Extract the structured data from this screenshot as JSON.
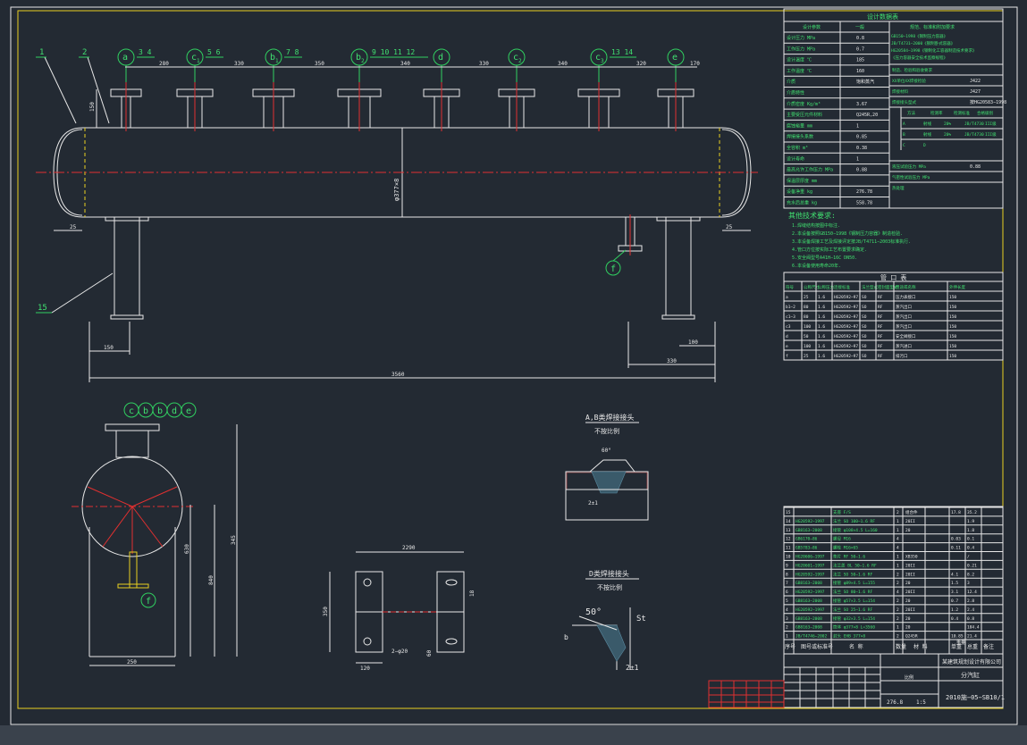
{
  "nozzles": [
    {
      "tag": "a",
      "sub": "",
      "parts": "3  4"
    },
    {
      "tag": "c",
      "sub": "1",
      "parts": "5  6"
    },
    {
      "tag": "b",
      "sub": "1",
      "parts": "7  8"
    },
    {
      "tag": "b",
      "sub": "2",
      "parts": "9  10  11  12"
    },
    {
      "tag": "d",
      "sub": "",
      "parts": ""
    },
    {
      "tag": "c",
      "sub": "2",
      "parts": ""
    },
    {
      "tag": "c",
      "sub": "3",
      "parts": "13  14"
    },
    {
      "tag": "e",
      "sub": "",
      "parts": ""
    }
  ],
  "spacings": [
    "280",
    "330",
    "350",
    "340",
    "330",
    "340",
    "320",
    "170"
  ],
  "callouts_left": [
    "1",
    "2",
    "15"
  ],
  "dims": {
    "nozzle_height": "150",
    "shell_diameter": "φ377×8",
    "left_end": "25",
    "right_end": "25",
    "support_left": "150",
    "support_right": "100",
    "support_span": "330",
    "overall_length": "3560",
    "side_width": "250",
    "side_h1": "630",
    "side_h2": "840",
    "side_h3": "345",
    "plate_width": "2290",
    "plate_height": "350",
    "plate_hole": "2−φ20",
    "plate_bottom": "120",
    "plate_side": "18",
    "plate_side2": "60",
    "weld_angle1": "60°",
    "weld_angle2": "50°",
    "weld_b": "b",
    "weld_st": "St",
    "weld_gap": "2±1",
    "drain_tag": "f"
  },
  "side_view_tags": [
    "c",
    "b",
    "b",
    "d",
    "e"
  ],
  "weld_notes": {
    "ab_title": "A,B类焊接接头",
    "ab_scale": "不按比例",
    "d_title": "D类焊接接头",
    "d_scale": "不按比例"
  },
  "design_table": {
    "title": "设计数据表",
    "header": [
      "设计参数",
      "一般",
      "规范、标准和附加要求"
    ],
    "rows": [
      [
        "设计压力 MPa",
        "0.8"
      ],
      [
        "工作压力 MPa",
        "0.7"
      ],
      [
        "设计温度 ℃",
        "185"
      ],
      [
        "工作温度 ℃",
        "160"
      ],
      [
        "介质",
        "饱和蒸汽"
      ],
      [
        "介质特性",
        ""
      ],
      [
        "介质密度 Kg/m³",
        "3.67"
      ],
      [
        "主要受压元件材料",
        "Q245R,20"
      ],
      [
        "腐蚀裕量 mm",
        "1"
      ],
      [
        "焊接接头系数",
        "0.85"
      ],
      [
        "全容积 m³",
        "0.38"
      ],
      [
        "设计寿命",
        "1"
      ],
      [
        "最高允许工作压力 MPa",
        "0.88"
      ],
      [
        "保温层厚度 mm",
        ""
      ],
      [
        "设备净重 kg",
        "276.78"
      ],
      [
        "充水后总重 kg",
        "558.78"
      ]
    ],
    "right_notes": [
      "GB150−1998《钢制压力容器》",
      "JB/T4731−2000《钢制卧式容器》",
      "HG20584−1998《钢制化工容器制造技术要求》",
      "《压力容器安全技术监察规程》"
    ],
    "right_rows": [
      [
        "制造、检验和验收要求",
        ""
      ],
      [
        "XX单位XX焊接检验",
        "J422"
      ],
      [
        "焊接材料",
        "J427"
      ],
      [
        "焊接接头型式",
        "按HG20583−1998"
      ]
    ],
    "ndt_header": [
      "方法",
      "检测率",
      "检测标准",
      "合格级别"
    ],
    "ndt_rows": [
      [
        "A",
        "射线",
        "20%",
        "JB/T4730",
        "III级"
      ],
      [
        "B",
        "射线",
        "20%",
        "JB/T4730",
        "III级"
      ],
      [
        "C",
        "D",
        "",
        "",
        ""
      ]
    ],
    "test_rows": [
      [
        "液压试验压力 MPa",
        "0.88"
      ],
      [
        "气密性试验压力 MPa",
        ""
      ],
      [
        "热处理",
        ""
      ]
    ]
  },
  "tech_notes": {
    "title": "其他技术要求:",
    "items": [
      "1.焊缝结构按图中标注.",
      "2.本设备按照GB150−1998《钢制压力容器》制造检验.",
      "3.本设备焊接工艺及焊接评定按JB/T4711−2003标准执行.",
      "4.管口方位按实际工艺布置要求确定.",
      "5.安全阀型号A41H−16C DN50.",
      "6.本设备使用寿命20年."
    ]
  },
  "nozzle_table": {
    "title": "管 口 表",
    "header": [
      "符号",
      "公称尺寸",
      "公称压力",
      "连接标准",
      "法兰型式",
      "密封面型式",
      "用途或名称",
      "外伸长度"
    ],
    "rows": [
      [
        "a",
        "25",
        "1.6",
        "HG20592−97",
        "SO",
        "RF",
        "压力表接口",
        "150"
      ],
      [
        "b1−2",
        "80",
        "1.6",
        "HG20592−97",
        "SO",
        "RF",
        "蒸汽出口",
        "150"
      ],
      [
        "c1−3",
        "80",
        "1.6",
        "HG20592−97",
        "SO",
        "RF",
        "蒸汽出口",
        "150"
      ],
      [
        "c3",
        "100",
        "1.6",
        "HG20592−97",
        "SO",
        "RF",
        "蒸汽出口",
        "150"
      ],
      [
        "d",
        "50",
        "1.6",
        "HG20592−97",
        "SO",
        "RF",
        "安全阀接口",
        "150"
      ],
      [
        "e",
        "100",
        "1.6",
        "HG20592−97",
        "SO",
        "RF",
        "蒸汽进口",
        "150"
      ],
      [
        "f",
        "25",
        "1.6",
        "HG20592−97",
        "SO",
        "RF",
        "排污口",
        "150"
      ]
    ]
  },
  "bom": {
    "rows": [
      [
        "15",
        "",
        "支座 F/S",
        "2",
        "组合件",
        "17.8",
        "35.2"
      ],
      [
        "14",
        "HG20592−1997",
        "法兰 SO 100−1.6 RF",
        "1",
        "20II",
        "",
        "1.9"
      ],
      [
        "13",
        "GB8163−2008",
        "接管 φ108×4.5 L=160",
        "1",
        "20",
        "",
        "1.8"
      ],
      [
        "12",
        "GB6170−86",
        "螺母 M16",
        "4",
        "",
        "0.03",
        "0.1"
      ],
      [
        "11",
        "GB5783−86",
        "螺栓 M16×65",
        "4",
        "",
        "0.11",
        "0.4"
      ],
      [
        "10",
        "HG20606−1997",
        "垫片 RF 50−1.6",
        "1",
        "XB350",
        "",
        "/"
      ],
      [
        "9",
        "HG20601−1997",
        "法兰盖 BL 50−1.6 RF",
        "1",
        "20II",
        "",
        "0.21"
      ],
      [
        "8",
        "HG20592−1997",
        "法兰 SO 50−1.6 RF",
        "2",
        "20II",
        "4.1",
        "8.2"
      ],
      [
        "7",
        "GB8163−2008",
        "接管 φ89×4.5 L=155",
        "2",
        "20",
        "1.5",
        "3"
      ],
      [
        "6",
        "HG20592−1997",
        "法兰 SO 80−1.6 RF",
        "4",
        "20II",
        "3.1",
        "12.4"
      ],
      [
        "5",
        "GB8163−2008",
        "接管 φ57×3.5 L=154",
        "2",
        "20",
        "0.7",
        "2.8"
      ],
      [
        "4",
        "HG20592−1997",
        "法兰 SO 25−1.6 RF",
        "2",
        "20II",
        "1.2",
        "2.4"
      ],
      [
        "3",
        "GB8163−2008",
        "接管 φ32×3.5 L=154",
        "2",
        "20",
        "0.4",
        "0.8"
      ],
      [
        "2",
        "GB8163−2008",
        "筒体 φ377×8 L=3560",
        "1",
        "20",
        "",
        "184.4"
      ],
      [
        "1",
        "JB/T4746−2002",
        "封头 EHB 377×8",
        "2",
        "Q245R",
        "10.85",
        "21.4"
      ]
    ],
    "header": [
      "序号",
      "图号或标准号",
      "名 称",
      "数量",
      "材 料",
      "单重",
      "总重",
      "备注"
    ],
    "header_weight": "重量"
  },
  "title_block": {
    "company": "某建筑规划设计有限公司",
    "drawing_name": "分汽缸",
    "scale_label": "比例",
    "scale": "1:5",
    "weight": "276.8",
    "drawing_no": "2010施−05−SB10/1"
  }
}
